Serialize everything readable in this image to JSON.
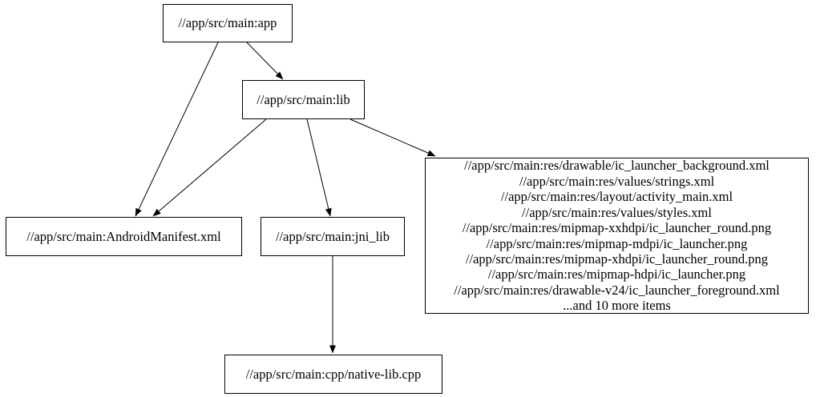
{
  "diagram": {
    "type": "dependency-graph",
    "background": "#ffffff",
    "node_border_color": "#000000",
    "edge_color": "#000000",
    "text_color": "#000000",
    "nodes": {
      "app": {
        "label": "//app/src/main:app"
      },
      "lib": {
        "label": "//app/src/main:lib"
      },
      "manifest": {
        "label": "//app/src/main:AndroidManifest.xml"
      },
      "jni_lib": {
        "label": "//app/src/main:jni_lib"
      },
      "native_cpp": {
        "label": "//app/src/main:cpp/native-lib.cpp"
      },
      "resources": {
        "lines": [
          "//app/src/main:res/drawable/ic_launcher_background.xml",
          "//app/src/main:res/values/strings.xml",
          "//app/src/main:res/layout/activity_main.xml",
          "//app/src/main:res/values/styles.xml",
          "//app/src/main:res/mipmap-xxhdpi/ic_launcher_round.png",
          "//app/src/main:res/mipmap-mdpi/ic_launcher.png",
          "//app/src/main:res/mipmap-xhdpi/ic_launcher_round.png",
          "//app/src/main:res/mipmap-hdpi/ic_launcher.png",
          "//app/src/main:res/drawable-v24/ic_launcher_foreground.xml",
          "...and 10 more items"
        ]
      }
    },
    "edges": [
      {
        "from": "app",
        "to": "manifest"
      },
      {
        "from": "app",
        "to": "lib"
      },
      {
        "from": "lib",
        "to": "manifest"
      },
      {
        "from": "lib",
        "to": "jni_lib"
      },
      {
        "from": "lib",
        "to": "resources"
      },
      {
        "from": "jni_lib",
        "to": "native_cpp"
      }
    ]
  }
}
